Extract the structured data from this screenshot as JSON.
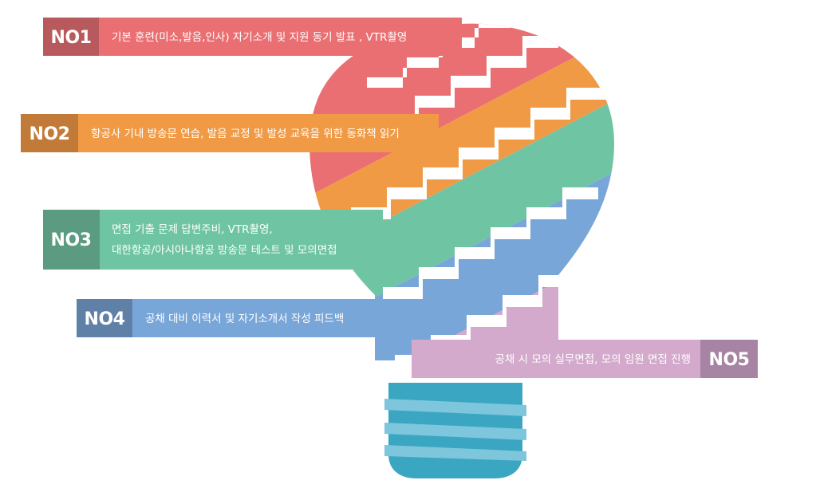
{
  "colors": {
    "red": "#e96f73",
    "red_dark": "#b85a5d",
    "orange": "#f19a45",
    "orange_dark": "#c27a38",
    "green": "#6fc4a3",
    "green_dark": "#5a9b82",
    "blue": "#79a6d8",
    "blue_dark": "#5f81a8",
    "purple": "#d3a9cc",
    "purple_dark": "#a784a3",
    "base_teal": "#3aa6c2",
    "base_light": "#7dc6db"
  },
  "steps": [
    {
      "badge": "NO1",
      "lines": [
        "기본 훈련(미소,발음,인사) 자기소개 및 지원 동기 발표 , VTR촬영"
      ]
    },
    {
      "badge": "NO2",
      "lines": [
        "항공사 기내 방송문 연습, 발음 교정 및 발성 교육을 위한 동화책 읽기"
      ]
    },
    {
      "badge": "NO3",
      "lines": [
        "면접 기출 문제 답변주비, VTR촬영,",
        "대한항공/아시아나항공 방송문 테스트 및 모의면접"
      ]
    },
    {
      "badge": "NO4",
      "lines": [
        "공채 대비 이력서 및 자기소개서 작성 피드백"
      ]
    },
    {
      "badge": "NO5",
      "lines": [
        "공채 시 모의 실무면접, 모의 임원 면접 진행"
      ]
    }
  ]
}
